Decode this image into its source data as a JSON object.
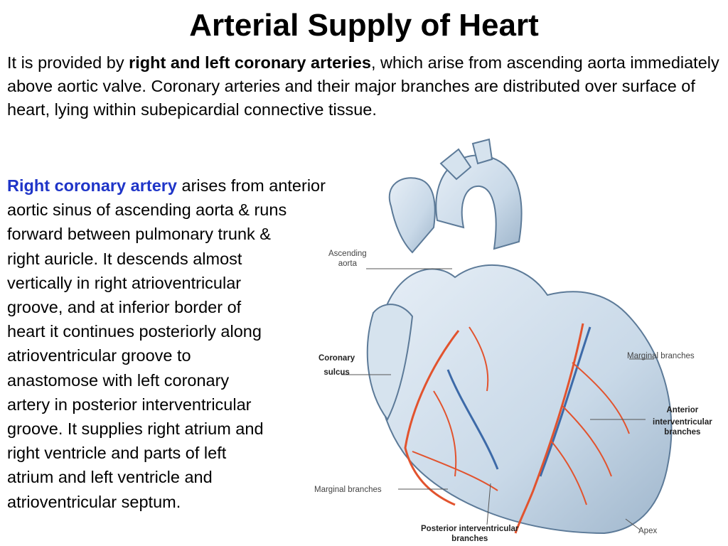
{
  "title": "Arterial Supply of Heart",
  "intro": {
    "pre": "It is provided by ",
    "bold": "right and left coronary arteries",
    "post": ", which arise from ascending aorta immediately above aortic valve. Coronary arteries and their major branches are distributed over surface of heart, lying within subepicardial connective tissue."
  },
  "rca_paragraph": {
    "term": "Right coronary artery",
    "lines": [
      " arises from anterior",
      "aortic sinus of ascending aorta & runs",
      "forward between pulmonary trunk &",
      "right auricle. It descends almost",
      "vertically in right atrioventricular",
      "groove, and at inferior border of",
      "heart it continues posteriorly along",
      "atrioventricular groove to",
      "anastomose with left coronary",
      "artery in posterior interventricular",
      "groove. It supplies right atrium and",
      "right ventricle and parts of left",
      "atrium and left ventricle and",
      "atrioventricular septum."
    ]
  },
  "figure": {
    "labels": {
      "ascending_aorta": [
        "Ascending",
        "aorta"
      ],
      "coronary_sulcus": [
        "Coronary",
        "sulcus"
      ],
      "marginal_branches_right": "Marginal branches",
      "anterior_interventricular": [
        "Anterior",
        "interventricular",
        "branches"
      ],
      "marginal_branches_left": "Marginal branches",
      "posterior_interventricular": [
        "Posterior interventricular",
        "branches"
      ],
      "apex": "Apex"
    },
    "colors": {
      "heart_fill": "#c9d9e8",
      "heart_stroke": "#5c7a98",
      "artery": "#e2532e",
      "vein": "#3d6aa8"
    }
  }
}
